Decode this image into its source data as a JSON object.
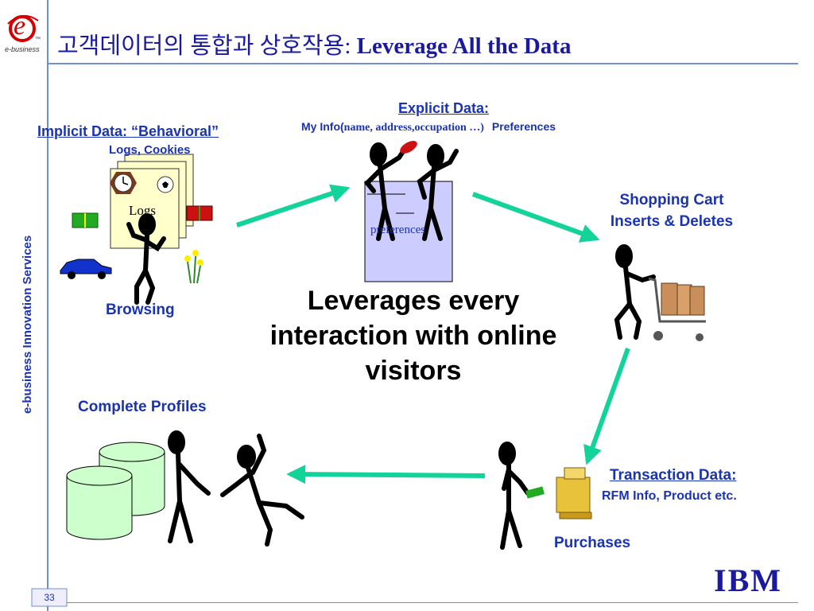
{
  "header": {
    "title_korean": "고객데이터의 통합과 상호작용:",
    "title_english": "Leverage All the Data",
    "logo_letter": "e",
    "logo_caption": "e-business",
    "logo_tm": "™"
  },
  "sidebar": {
    "vertical_label": "e-business Innovation Services"
  },
  "footer": {
    "page_number": "33",
    "brand": "IBM"
  },
  "diagram": {
    "implicit": {
      "title": "Implicit Data: “Behavioral”",
      "subtitle": "Logs, Cookies",
      "document_label": "Logs",
      "caption": "Browsing"
    },
    "explicit": {
      "title": "Explicit Data:",
      "subtitle_prefix": "My Info(",
      "subtitle_details": "name, address,occupation …)",
      "subtitle_suffix": "Preferences",
      "document_label": "preferences"
    },
    "cart": {
      "line1": "Shopping Cart",
      "line2": "Inserts & Deletes"
    },
    "transaction": {
      "title": "Transaction Data:",
      "subtitle": "RFM Info, Product etc.",
      "caption": "Purchases"
    },
    "profiles": {
      "caption": "Complete Profiles"
    },
    "center": {
      "line1": "Leverages every",
      "line2": "interaction with online",
      "line3": "visitors"
    }
  },
  "colors": {
    "accent_blue": "#1a33b3",
    "arrow_teal": "#12d49a",
    "rule_blue": "#6f8fcf",
    "cylinder_fill": "#ccffcc",
    "document_fill": "#ffffcc",
    "explicit_doc_fill": "#ccccff"
  }
}
